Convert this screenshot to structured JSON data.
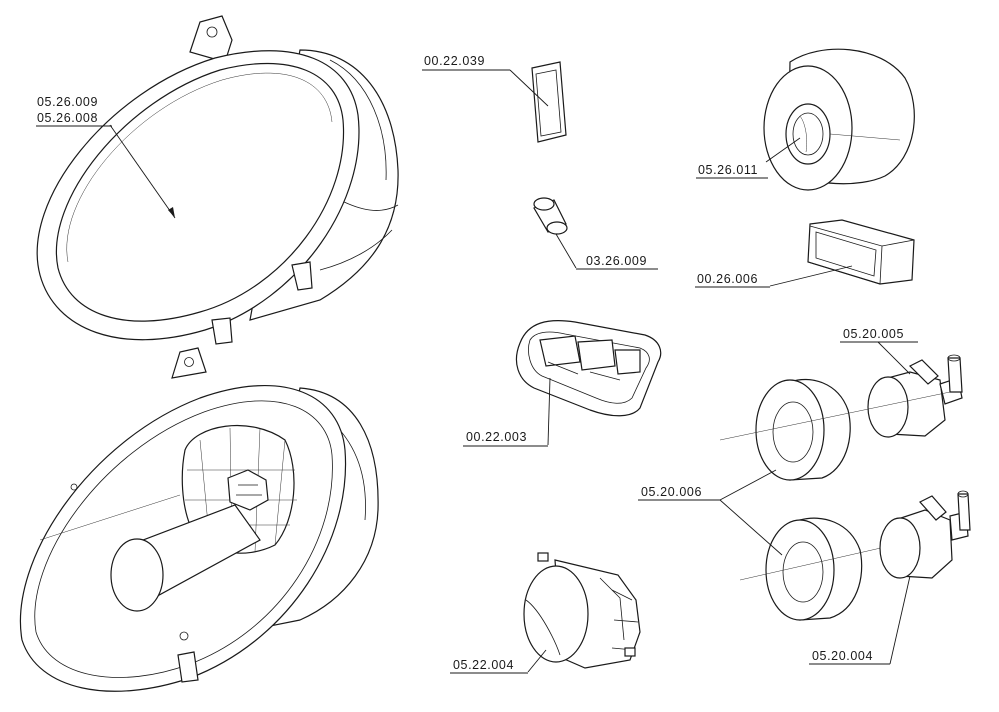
{
  "labels": {
    "headlamp_lens_a": "05.26.009",
    "headlamp_lens_b": "05.26.008",
    "switch_small": "00.22.039",
    "round_lamp": "05.26.011",
    "bulb": "03.26.009",
    "plate_lamp": "00.26.006",
    "tray_switch": "00.22.003",
    "fog_housing": "05.20.005",
    "fog_ring": "05.20.006",
    "fog_lamp_round": "05.22.004",
    "fog_housing_lower": "05.20.004"
  },
  "colors": {
    "line": "#1a1a1a",
    "background": "#ffffff"
  }
}
